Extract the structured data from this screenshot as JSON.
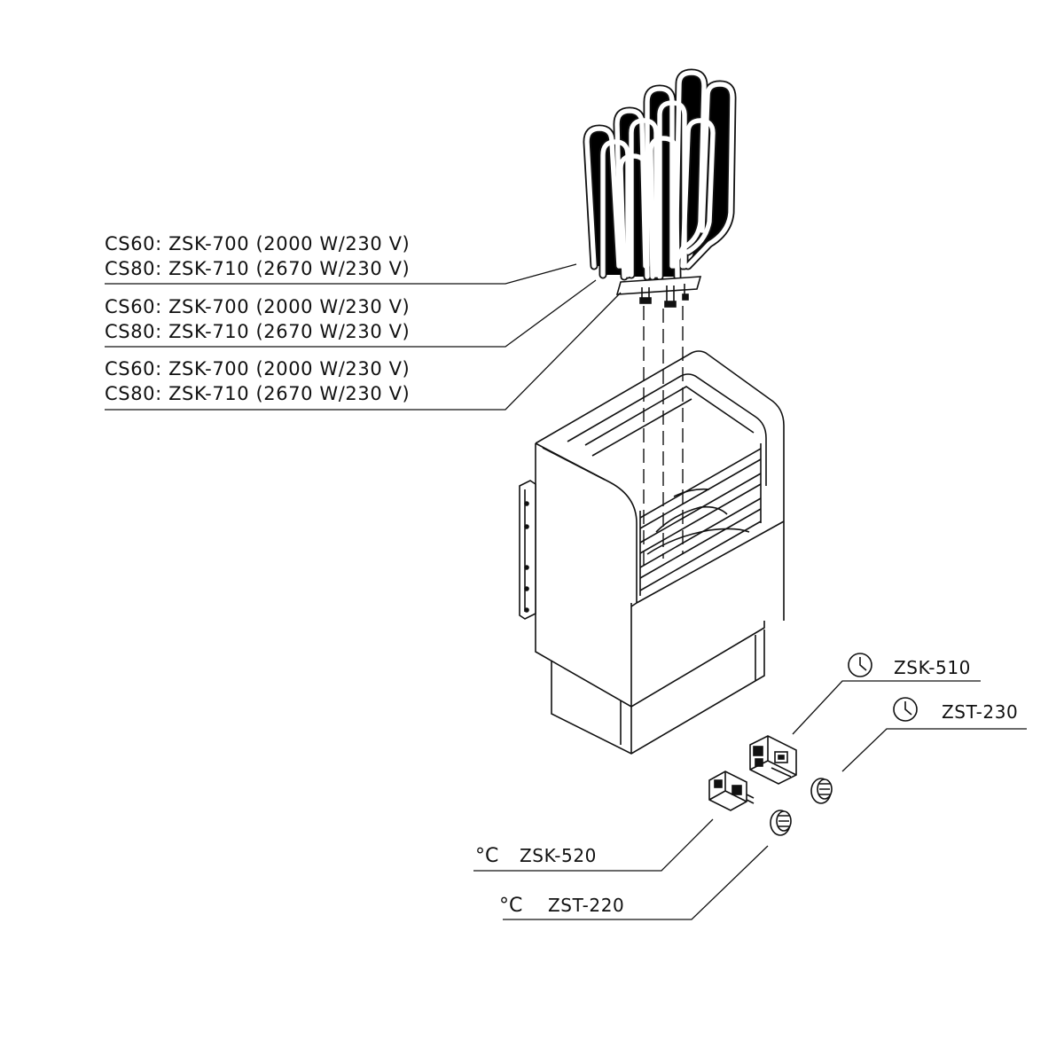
{
  "element_labels": [
    {
      "line1": "CS60: ZSK-700 (2000 W/230 V)",
      "line2": "CS80: ZSK-710 (2670 W/230 V)"
    },
    {
      "line1": "CS60: ZSK-700 (2000 W/230 V)",
      "line2": "CS80: ZSK-710 (2670 W/230 V)"
    },
    {
      "line1": "CS60: ZSK-700 (2000 W/230 V)",
      "line2": "CS80: ZSK-710 (2670 W/230 V)"
    }
  ],
  "parts": {
    "timer_unit": {
      "code": "ZSK-510",
      "icon": "clock-icon"
    },
    "timer_knob": {
      "code": "ZST-230",
      "icon": "clock-icon"
    },
    "thermostat_unit": {
      "code": "ZSK-520",
      "symbol": "°C"
    },
    "thermostat_knob": {
      "code": "ZST-220",
      "symbol": "°C"
    }
  }
}
